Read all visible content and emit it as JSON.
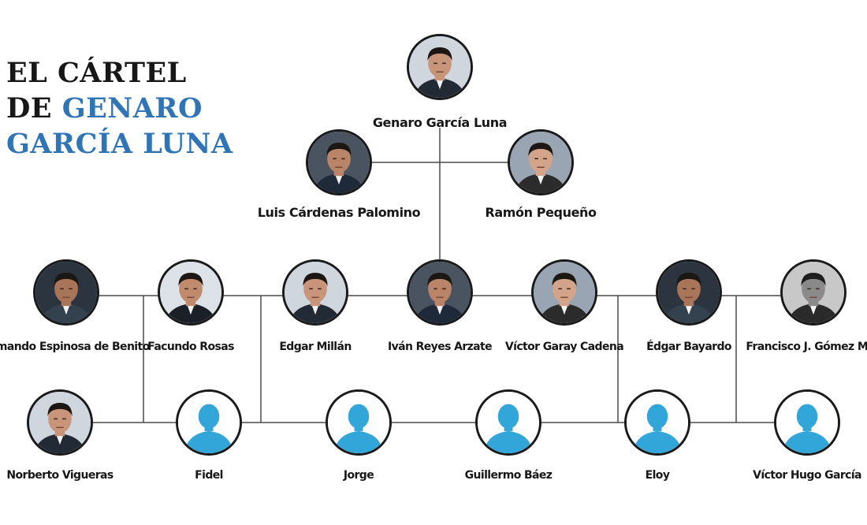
{
  "title": {
    "line1": "EL CÁRTEL",
    "line2_prefix": "DE ",
    "line2_accent": "GENARO",
    "line3": "GARCÍA LUNA"
  },
  "colors": {
    "accent": "#2f74b5",
    "text": "#171717",
    "line": "#4a4a4a",
    "silhouette": "#33a6d9"
  },
  "people": {
    "genaro": {
      "name": "Genaro García Luna",
      "icon": "photo-face"
    },
    "luis": {
      "name": "Luis Cárdenas Palomino",
      "icon": "photo-face"
    },
    "ramon": {
      "name": "Ramón Pequeño",
      "icon": "photo-face"
    },
    "armando": {
      "name": "Armando Espinosa de Benito",
      "icon": "photo-face"
    },
    "facundo": {
      "name": "Facundo Rosas",
      "icon": "photo-face"
    },
    "edgarm": {
      "name": "Edgar Millán",
      "icon": "photo-face"
    },
    "ivan": {
      "name": "Iván Reyes Arzate",
      "icon": "photo-face"
    },
    "victorg": {
      "name": "Víctor Garay Cadena",
      "icon": "photo-face"
    },
    "edgarb": {
      "name": "Édgar Bayardo",
      "icon": "photo-face"
    },
    "francisco": {
      "name": "Francisco J. Gómez Mez",
      "icon": "photo-face-bw"
    },
    "norberto": {
      "name": "Norberto Vigueras",
      "icon": "photo-face"
    },
    "fidel": {
      "name": "Fidel",
      "icon": "person-silhouette-icon"
    },
    "jorge": {
      "name": "Jorge",
      "icon": "person-silhouette-icon"
    },
    "guillermo": {
      "name": "Guillermo Báez",
      "icon": "person-silhouette-icon"
    },
    "eloy": {
      "name": "Eloy",
      "icon": "person-silhouette-icon"
    },
    "victorh": {
      "name": "Víctor Hugo García",
      "icon": "person-silhouette-icon"
    }
  }
}
